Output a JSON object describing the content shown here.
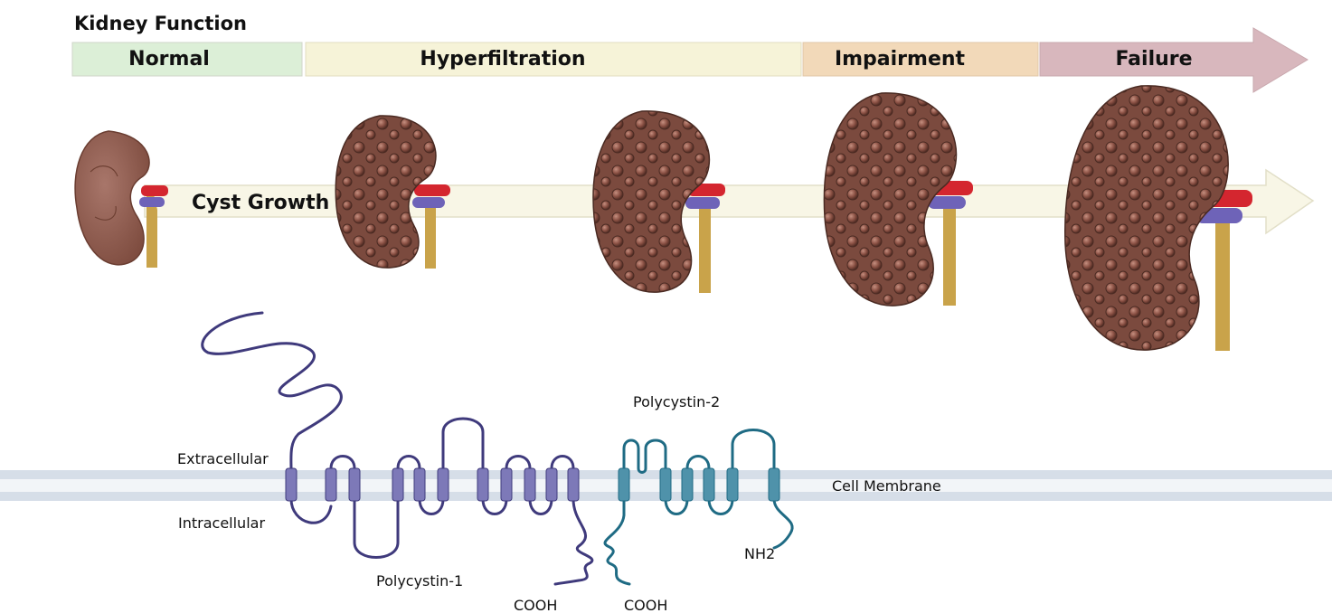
{
  "title": "Kidney Function",
  "stages": [
    {
      "label": "Normal",
      "color": "#dcefd7"
    },
    {
      "label": "Hyperfiltration",
      "color": "#f6f3d8"
    },
    {
      "label": "Impairment",
      "color": "#f2d9b9"
    },
    {
      "label": "Failure",
      "color": "#d8b7bd"
    }
  ],
  "cyst_growth_label": "Cyst Growth",
  "membrane": {
    "extracellular": "Extracellular",
    "intracellular": "Intracellular",
    "cell_membrane": "Cell Membrane"
  },
  "proteins": {
    "pc1": {
      "label": "Polycystin-1",
      "terminus": "COOH",
      "color": "#3f3a7c",
      "helix_color": "#7d79b8"
    },
    "pc2": {
      "label": "Polycystin-2",
      "terminus_c": "COOH",
      "terminus_n": "NH2",
      "color": "#1f6b84",
      "helix_color": "#4f92aa"
    }
  },
  "colors": {
    "kidney_normal": "#8d5a4b",
    "kidney_cystic": "#7b4a3e",
    "artery": "#d4262f",
    "vein": "#6e63b8",
    "ureter": "#c9a34a",
    "membrane": "#d9e1ea"
  }
}
